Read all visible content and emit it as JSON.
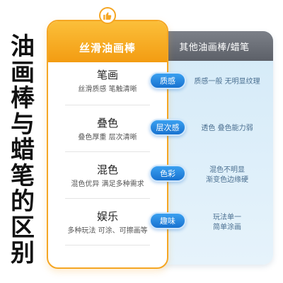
{
  "side_title_chars": [
    "油",
    "画",
    "棒",
    "与",
    "蜡",
    "笔",
    "的",
    "区",
    "别"
  ],
  "left": {
    "header": "丝滑油画棒"
  },
  "right": {
    "header": "其他油画棒/蜡笔"
  },
  "rows": [
    {
      "title": "笔画",
      "left_desc": "丝滑质感  笔触清晰",
      "pill": "质感",
      "right_desc": [
        "质感一般 无明显纹理"
      ]
    },
    {
      "title": "叠色",
      "left_desc": "叠色厚重 层次清晰",
      "pill": "层次感",
      "right_desc": [
        "透色 叠色能力弱"
      ]
    },
    {
      "title": "混色",
      "left_desc": "混色优异 满足多种需求",
      "pill": "色彩",
      "right_desc": [
        "混色不明显",
        "渐变色边缘硬"
      ]
    },
    {
      "title": "娱乐",
      "left_desc": "多种玩法 可涂、可擦画等",
      "pill": "趣味",
      "right_desc": [
        "玩法单一",
        "简单涂画"
      ]
    }
  ],
  "colors": {
    "accent_orange": "#f5a623",
    "pill_blue": "#1e7fde",
    "compare_gray": "#6b6f76"
  },
  "icons": {
    "header_badge": "thumbs-up-icon"
  }
}
